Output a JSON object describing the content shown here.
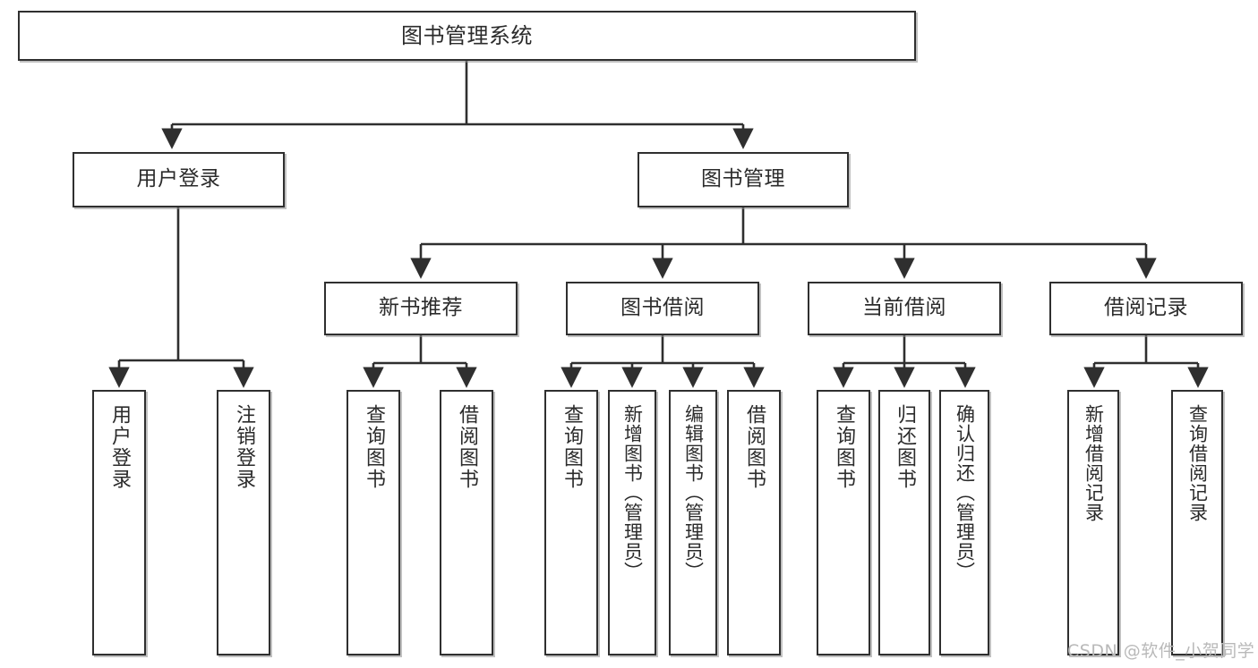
{
  "diagram": {
    "title": "图书管理系统",
    "type": "hierarchy-tree",
    "watermark": "CSDN @软件_小贺同学",
    "colors": {
      "stroke": "#2f2f2f",
      "fill": "#ffffff",
      "text": "#2b2b2b",
      "watermark": "#b9b9b9"
    },
    "levels": {
      "root": {
        "label": "图书管理系统"
      },
      "level2": [
        {
          "id": "user-login",
          "label": "用户登录"
        },
        {
          "id": "book-management",
          "label": "图书管理"
        }
      ],
      "level3": [
        {
          "id": "new-book-recommend",
          "label": "新书推荐",
          "parent": "book-management"
        },
        {
          "id": "book-borrow",
          "label": "图书借阅",
          "parent": "book-management"
        },
        {
          "id": "current-borrow",
          "label": "当前借阅",
          "parent": "book-management"
        },
        {
          "id": "borrow-record",
          "label": "借阅记录",
          "parent": "book-management"
        }
      ],
      "leaves": [
        {
          "id": "leaf-user-login",
          "label": "用户登录",
          "parent": "user-login"
        },
        {
          "id": "leaf-logout",
          "label": "注销登录",
          "parent": "user-login"
        },
        {
          "id": "leaf-query-book-1",
          "label": "查询图书",
          "parent": "new-book-recommend"
        },
        {
          "id": "leaf-borrow-book-1",
          "label": "借阅图书",
          "parent": "new-book-recommend"
        },
        {
          "id": "leaf-query-book-2",
          "label": "查询图书",
          "parent": "book-borrow"
        },
        {
          "id": "leaf-add-book",
          "label": "新增图书（管理员）",
          "parent": "book-borrow"
        },
        {
          "id": "leaf-edit-book",
          "label": "编辑图书（管理员）",
          "parent": "book-borrow"
        },
        {
          "id": "leaf-borrow-book-2",
          "label": "借阅图书",
          "parent": "book-borrow"
        },
        {
          "id": "leaf-query-book-3",
          "label": "查询图书",
          "parent": "current-borrow"
        },
        {
          "id": "leaf-return-book",
          "label": "归还图书",
          "parent": "current-borrow"
        },
        {
          "id": "leaf-confirm-return",
          "label": "确认归还（管理员）",
          "parent": "current-borrow"
        },
        {
          "id": "leaf-add-record",
          "label": "新增借阅记录",
          "parent": "borrow-record"
        },
        {
          "id": "leaf-query-record",
          "label": "查询借阅记录",
          "parent": "borrow-record"
        }
      ]
    }
  }
}
